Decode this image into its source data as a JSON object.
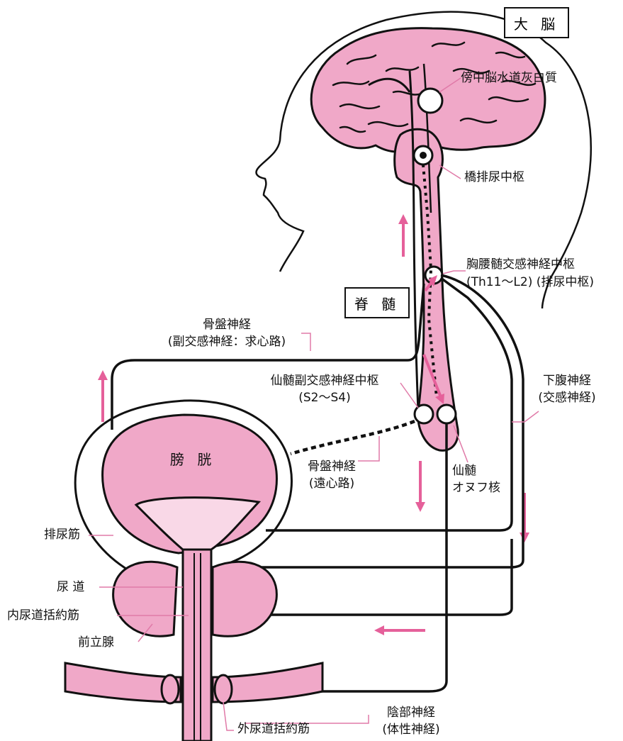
{
  "colors": {
    "pink": "#f0a8c8",
    "light_pink": "#f9d8e7",
    "arrow": "#e5609a",
    "stroke": "#111111"
  },
  "labels": {
    "brain": "大 脳",
    "spinal_cord": "脊 髄",
    "pag": "傍中脳水道灰白質",
    "pontine_center": "橋排尿中枢",
    "thoracolumbar_line1": "胸腰髄交感神経中枢",
    "thoracolumbar_line2": "(Th11〜L2) (排尿中枢)",
    "pelvic_afferent_line1": "骨盤神経",
    "pelvic_afferent_line2": "(副交感神経：求心路)",
    "sacral_center_line1": "仙髄副交感神経中枢",
    "sacral_center_line2": "(S2〜S4)",
    "hypogastric_line1": "下腹神経",
    "hypogastric_line2": "(交感神経)",
    "bladder": "膀 胱",
    "pelvic_efferent_line1": "骨盤神経",
    "pelvic_efferent_line2": "(遠心路)",
    "onuf_line1": "仙髄",
    "onuf_line2": "オヌフ核",
    "detrusor": "排尿筋",
    "urethra": "尿 道",
    "internal_sphincter": "内尿道括約筋",
    "prostate": "前立腺",
    "pudendal_line1": "陰部神経",
    "pudendal_line2": "(体性神経)",
    "external_sphincter": "外尿道括約筋"
  }
}
